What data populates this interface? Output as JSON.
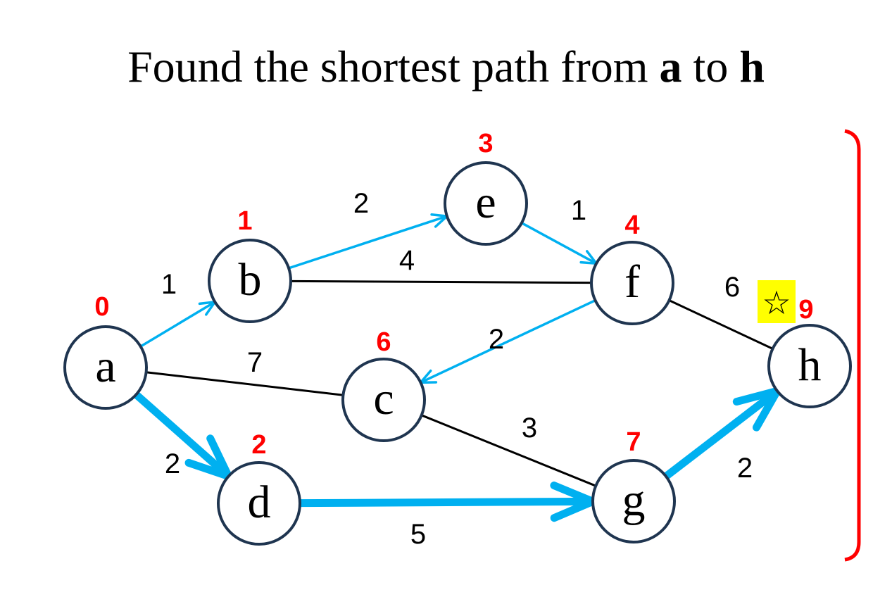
{
  "title": {
    "prefix": "Found the shortest path from ",
    "source": "a",
    "middle": " to ",
    "target": "h"
  },
  "colors": {
    "path": "#00b0f0",
    "tree": "#00b0f0",
    "plain": "#000000",
    "node_stroke": "#1f3550",
    "distance": "#ff0000",
    "bracket": "#ff0000",
    "star_bg": "#ffff00"
  },
  "nodes": [
    {
      "id": "a",
      "distance": "0"
    },
    {
      "id": "b",
      "distance": "1"
    },
    {
      "id": "c",
      "distance": "6"
    },
    {
      "id": "d",
      "distance": "2"
    },
    {
      "id": "e",
      "distance": "3"
    },
    {
      "id": "f",
      "distance": "4"
    },
    {
      "id": "g",
      "distance": "7"
    },
    {
      "id": "h",
      "distance": "9"
    }
  ],
  "edges": [
    {
      "from": "a",
      "to": "b",
      "weight": "1",
      "style": "tree"
    },
    {
      "from": "b",
      "to": "e",
      "weight": "2",
      "style": "tree"
    },
    {
      "from": "e",
      "to": "f",
      "weight": "1",
      "style": "tree"
    },
    {
      "from": "b",
      "to": "f",
      "weight": "4",
      "style": "plain"
    },
    {
      "from": "f",
      "to": "h",
      "weight": "6",
      "style": "plain"
    },
    {
      "from": "f",
      "to": "c",
      "weight": "2",
      "style": "tree"
    },
    {
      "from": "a",
      "to": "c",
      "weight": "7",
      "style": "plain"
    },
    {
      "from": "c",
      "to": "g",
      "weight": "3",
      "style": "plain"
    },
    {
      "from": "a",
      "to": "d",
      "weight": "2",
      "style": "path"
    },
    {
      "from": "d",
      "to": "g",
      "weight": "5",
      "style": "path"
    },
    {
      "from": "g",
      "to": "h",
      "weight": "2",
      "style": "path"
    }
  ],
  "target_marker": {
    "icon": "star-icon",
    "glyph": "☆"
  }
}
